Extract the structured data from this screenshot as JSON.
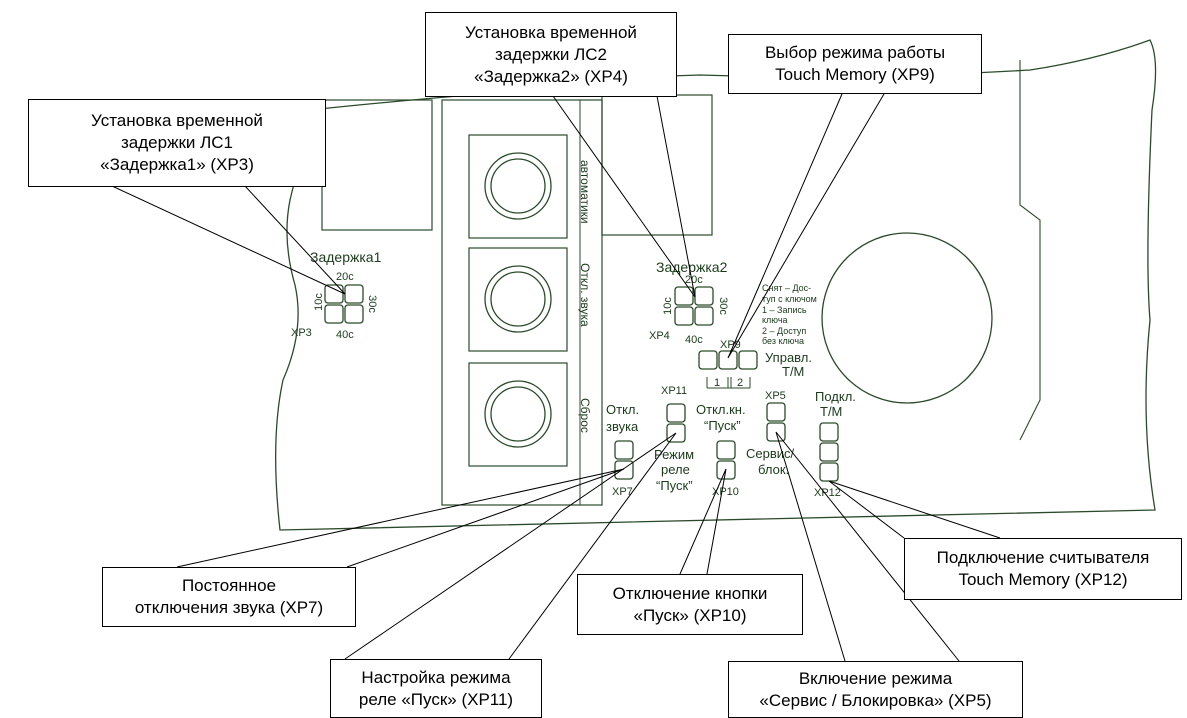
{
  "callouts": {
    "delay1": {
      "lines": [
        "Установка временной",
        "задержки ЛС1",
        "«Задержка1» (ХР3)"
      ]
    },
    "delay2": {
      "lines": [
        "Установка временной",
        "задержки ЛС2",
        "«Задержка2» (ХР4)"
      ]
    },
    "tm_mode": {
      "lines": [
        "Выбор режима работы",
        "Touch Memory (ХР9)"
      ]
    },
    "sound_off": {
      "lines": [
        "Постоянное",
        "отключения звука (ХР7)"
      ]
    },
    "relay_mode": {
      "lines": [
        "Настройка режима",
        "реле «Пуск» (ХР11)"
      ]
    },
    "start_btn": {
      "lines": [
        "Отключение кнопки",
        "«Пуск» (ХР10)"
      ]
    },
    "service_block": {
      "lines": [
        "Включение режима",
        "«Сервис / Блокировка» (ХР5)"
      ]
    },
    "tm_reader": {
      "lines": [
        "Подключение считывателя",
        "Touch Memory (ХР12)"
      ]
    }
  },
  "board": {
    "buttons": [
      "автоматики",
      "Откл. звука",
      "Сброс"
    ],
    "delay1": {
      "title": "Задержка1",
      "top": "20с",
      "left": "10с",
      "right": "30с",
      "bottom": "40с",
      "id": "ХР3"
    },
    "delay2": {
      "title": "Задержка2",
      "top": "20с",
      "left": "10с",
      "right": "30с",
      "bottom": "40с",
      "id": "ХР4"
    },
    "xp9": {
      "id": "ХР9",
      "title": [
        "Управл.",
        "Т/М"
      ],
      "scale": [
        "1",
        "2"
      ],
      "legend": [
        "Снят – Дос-",
        "туп с ключом",
        "1 – Запись",
        "ключа",
        "2 – Доступ",
        "без ключа"
      ]
    },
    "xp7": {
      "id": "ХР7",
      "label": [
        "Откл.",
        "звука"
      ]
    },
    "xp11": {
      "id": "ХР11",
      "label": [
        "Режим",
        "реле",
        "“Пуск”"
      ]
    },
    "xp10": {
      "id": "ХР10",
      "label": [
        "Откл.кн.",
        "“Пуск”"
      ]
    },
    "xp5": {
      "id": "ХР5",
      "label": [
        "Сервис/",
        "блок."
      ]
    },
    "xp12": {
      "id": "ХР12",
      "label": [
        "Подкл.",
        "Т/М"
      ]
    }
  },
  "colors": {
    "board_stroke": "#2b4a2b",
    "board_text": "#1c3a1c",
    "leader": "#000000"
  }
}
